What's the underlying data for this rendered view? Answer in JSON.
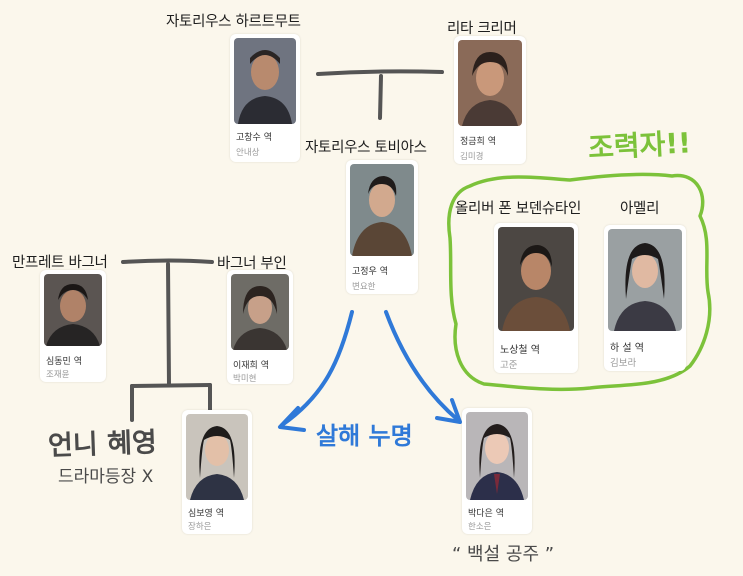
{
  "characters": {
    "hartmut": {
      "name": "자토리우스 하르트무트",
      "role": "고창수 역",
      "actor": "안내상"
    },
    "rita": {
      "name": "리타 크리머",
      "role": "정금희 역",
      "actor": "김미경"
    },
    "tobias": {
      "name": "자토리우스 토비아스",
      "role": "고정우 역",
      "actor": "변요한"
    },
    "manfred": {
      "name": "만프레트 바그너",
      "role": "심동민 역",
      "actor": "조재윤"
    },
    "wagner_wife": {
      "name": "바그너 부인",
      "role": "이재희 역",
      "actor": "박미현"
    },
    "oliver": {
      "name": "올리버 폰 보덴슈타인",
      "role": "노상철 역",
      "actor": "고준"
    },
    "amelie": {
      "name": "아멜리",
      "role": "하 설 역",
      "actor": "김보라"
    },
    "boyoung": {
      "role": "심보영 역",
      "actor": "장하은"
    },
    "daeun": {
      "role": "박다은 역",
      "actor": "한소은"
    }
  },
  "annotations": {
    "helpers": "조력자!!",
    "murder_blame": "살해 누명",
    "sister": "언니 혜영",
    "not_in_drama": "드라마등장 X",
    "snow_white": "“ 백설 공주 ”"
  },
  "colors": {
    "background": "#fbf7ec",
    "line": "#555555",
    "blue": "#2f79d8",
    "green": "#7cc23a"
  }
}
